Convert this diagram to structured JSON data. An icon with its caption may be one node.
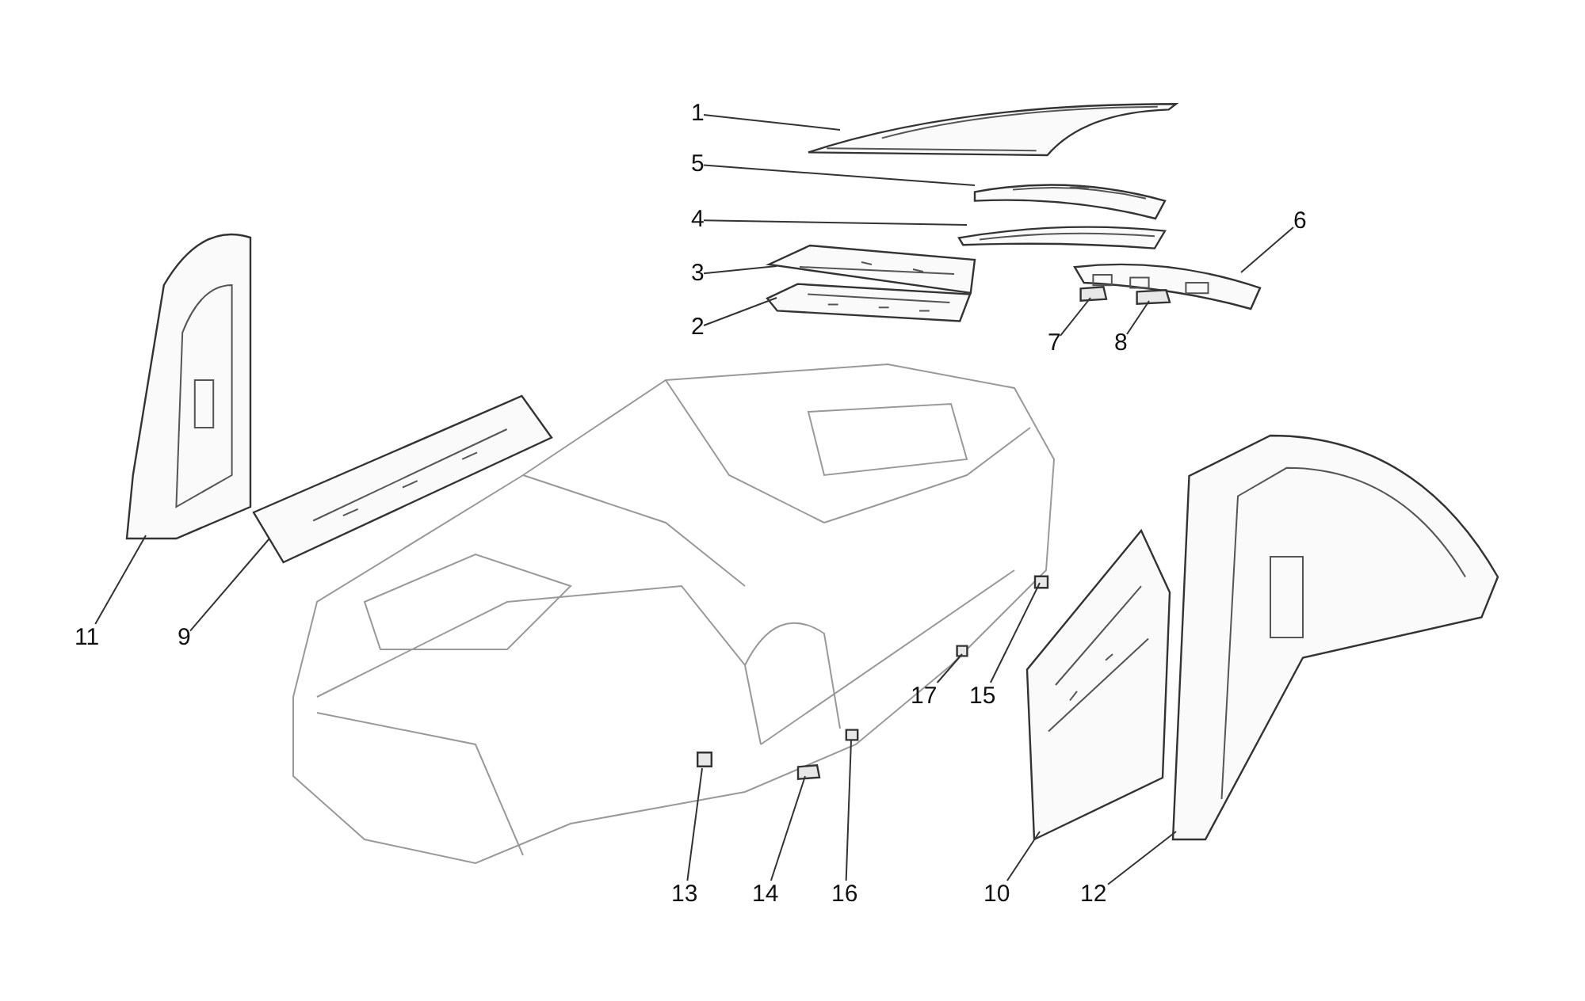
{
  "diagram": {
    "nodes": [
      {
        "text": [
          "1"
        ]
      },
      {
        "text": [
          "2"
        ]
      },
      {
        "text": [
          "3"
        ]
      },
      {
        "text": [
          "4"
        ]
      },
      {
        "text": [
          "5"
        ]
      },
      {
        "text": [
          "6"
        ]
      },
      {
        "text": [
          "7"
        ]
      },
      {
        "text": [
          "8"
        ]
      },
      {
        "text": [
          "9"
        ]
      },
      {
        "text": [
          "10"
        ]
      },
      {
        "text": [
          "11"
        ]
      },
      {
        "text": [
          "12"
        ]
      },
      {
        "text": [
          "13"
        ]
      },
      {
        "text": [
          "14"
        ]
      },
      {
        "text": [
          "15"
        ]
      },
      {
        "text": [
          "16"
        ]
      },
      {
        "text": [
          "17"
        ]
      },
      {
        "text": [],
        "shape": "picture"
      },
      {
        "text": [],
        "shape": "picture"
      },
      {
        "text": [],
        "shape": "picture"
      },
      {
        "text": [],
        "shape": "picture"
      },
      {
        "text": [],
        "shape": "picture"
      },
      {
        "text": [],
        "shape": "picture"
      },
      {
        "text": [],
        "shape": "box"
      },
      {
        "text": [],
        "shape": "box"
      },
      {
        "text": [],
        "shape": "picture"
      },
      {
        "text": [],
        "shape": "picture"
      },
      {
        "text": [],
        "shape": "picture"
      },
      {
        "text": [],
        "shape": "picture"
      },
      {
        "text": [],
        "shape": "box"
      },
      {
        "text": [],
        "shape": "box"
      },
      {
        "text": [],
        "shape": "box"
      },
      {
        "text": [],
        "shape": "box"
      },
      {
        "text": [],
        "shape": "box"
      }
    ],
    "edges": [
      {
        "from": 0,
        "to": 17,
        "arrow": "none"
      },
      {
        "from": 1,
        "to": 18,
        "arrow": "none"
      },
      {
        "from": 2,
        "to": 19,
        "arrow": "none"
      },
      {
        "from": 3,
        "to": 20,
        "arrow": "none"
      },
      {
        "from": 4,
        "to": 21,
        "arrow": "none"
      },
      {
        "from": 5,
        "to": 22,
        "arrow": "none"
      },
      {
        "from": 6,
        "to": 23,
        "arrow": "none"
      },
      {
        "from": 7,
        "to": 24,
        "arrow": "none"
      },
      {
        "from": 8,
        "to": 25,
        "arrow": "none"
      },
      {
        "from": 9,
        "to": 26,
        "arrow": "none"
      },
      {
        "from": 10,
        "to": 27,
        "arrow": "none"
      },
      {
        "from": 11,
        "to": 28,
        "arrow": "none"
      },
      {
        "from": 12,
        "to": 29,
        "arrow": "none"
      },
      {
        "from": 13,
        "to": 30,
        "arrow": "none"
      },
      {
        "from": 14,
        "to": 31,
        "arrow": "none"
      },
      {
        "from": 15,
        "to": 32,
        "arrow": "none"
      },
      {
        "from": 16,
        "to": 33,
        "arrow": "none"
      }
    ]
  }
}
